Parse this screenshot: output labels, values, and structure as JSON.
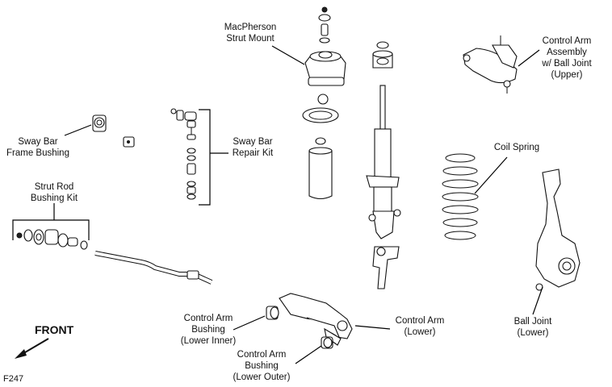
{
  "labels": {
    "macpherson_strut_mount": "MacPherson\nStrut Mount",
    "control_arm_assembly_upper": "Control Arm\nAssembly\nw/ Ball Joint\n(Upper)",
    "sway_bar_frame_bushing": "Sway Bar\nFrame Bushing",
    "sway_bar_repair_kit": "Sway Bar\nRepair Kit",
    "coil_spring": "Coil Spring",
    "strut_rod_bushing_kit": "Strut Rod\nBushing Kit",
    "control_arm_bushing_lower_inner": "Control Arm\nBushing\n(Lower Inner)",
    "control_arm_lower": "Control Arm\n(Lower)",
    "ball_joint_lower": "Ball Joint\n(Lower)",
    "control_arm_bushing_lower_outer": "Control Arm\nBushing\n(Lower Outer)",
    "front": "FRONT",
    "figure_code": "F247"
  },
  "icons": [
    "front-arrow-icon"
  ]
}
